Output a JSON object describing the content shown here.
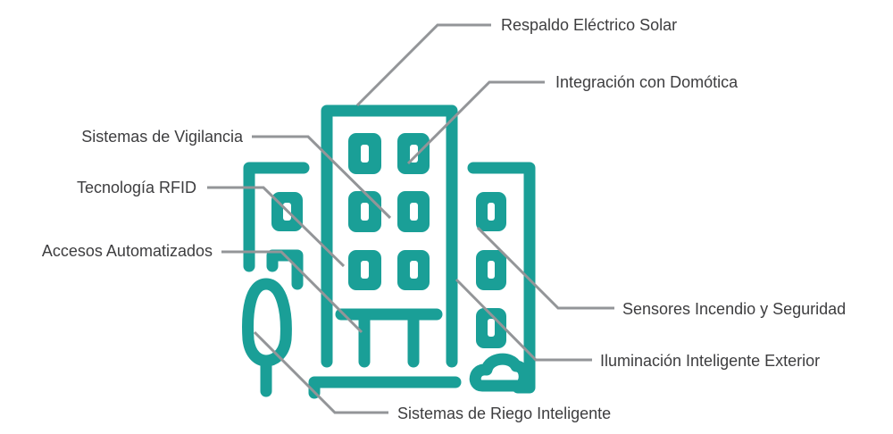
{
  "colors": {
    "building": "#1a9f97",
    "leader": "#939598",
    "text": "#3d3d3f"
  },
  "labels": {
    "solar": "Respaldo Eléctrico Solar",
    "domotica": "Integración con Domótica",
    "vigilancia": "Sistemas de Vigilancia",
    "rfid": "Tecnología RFID",
    "accesos": "Accesos Automatizados",
    "sensores": "Sensores Incendio y Seguridad",
    "iluminacion": "Iluminación Inteligente Exterior",
    "riego": "Sistemas de Riego Inteligente"
  }
}
